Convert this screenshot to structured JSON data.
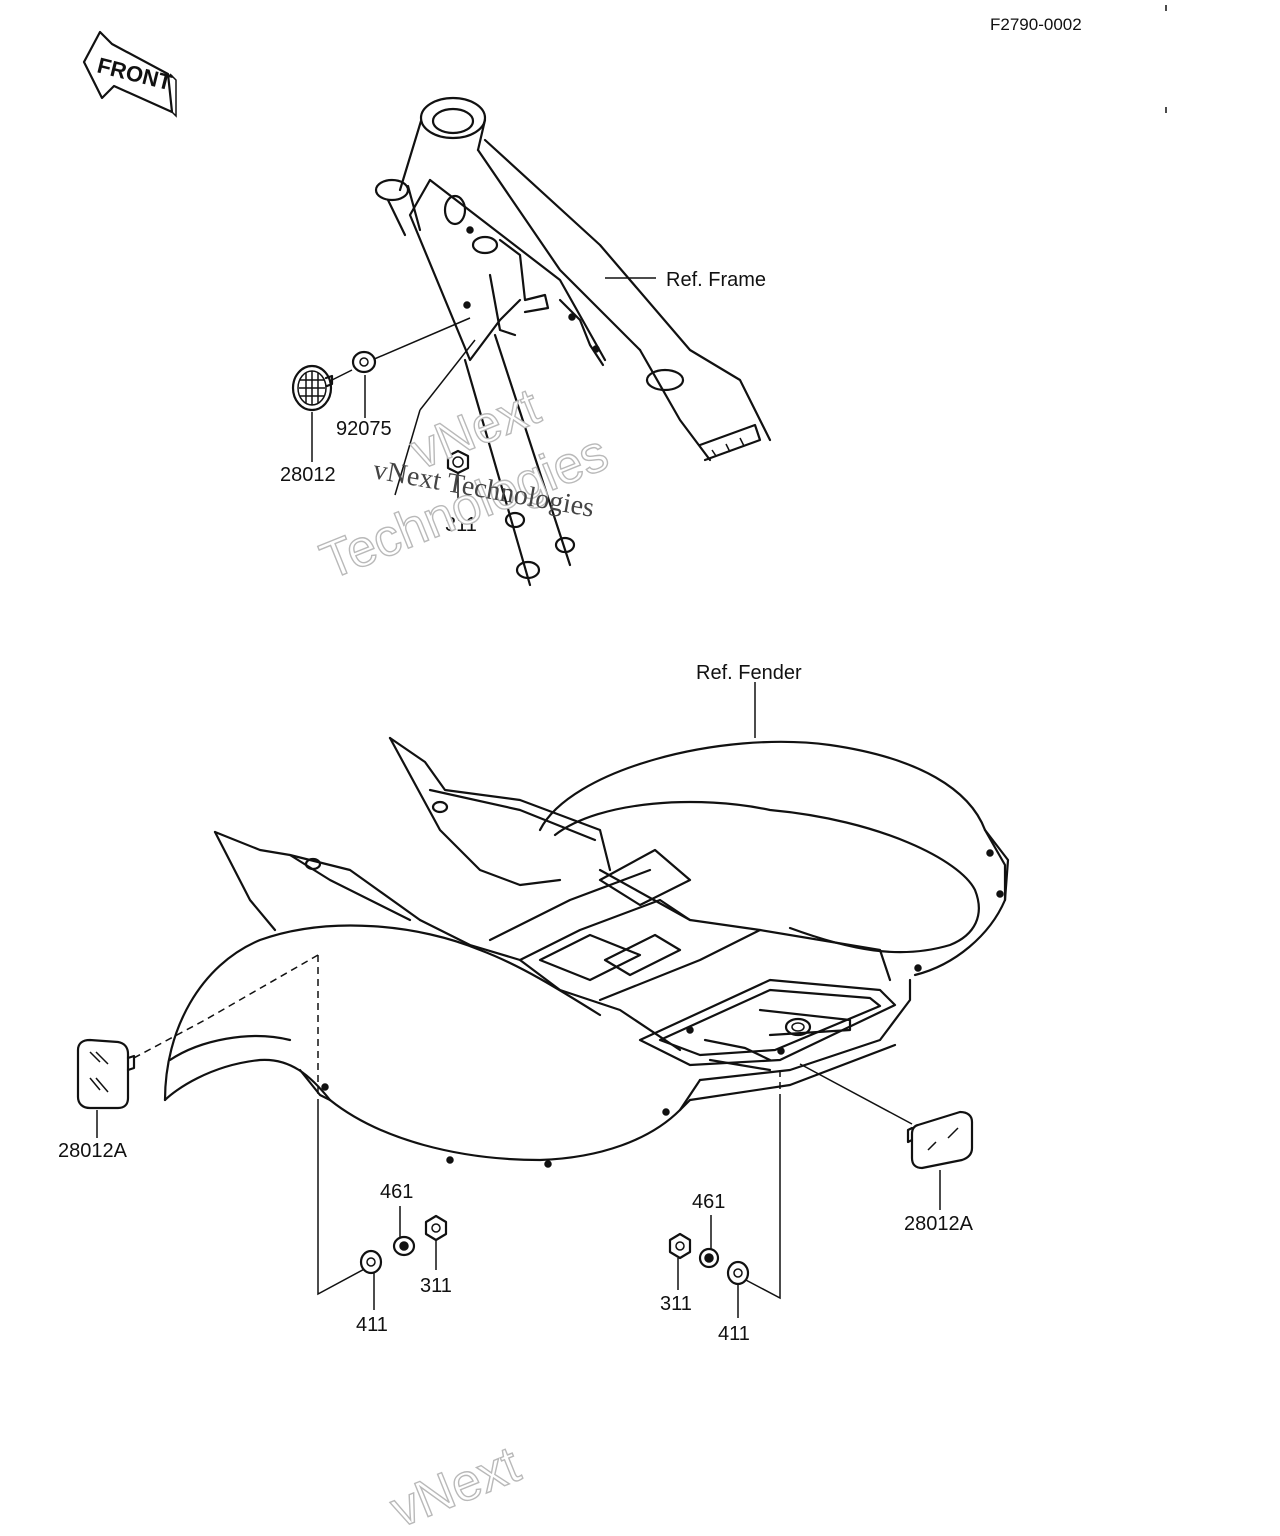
{
  "figure_code": "F2790-0002",
  "front_label": "FRONT",
  "ref_labels": {
    "frame": "Ref. Frame",
    "fender": "Ref. Fender"
  },
  "parts": {
    "p92075": "92075",
    "p28012": "28012",
    "p311_top": "311",
    "p28012A_left": "28012A",
    "p28012A_right": "28012A",
    "p461_left": "461",
    "p311_left": "311",
    "p411_left": "411",
    "p461_right": "461",
    "p311_right": "311",
    "p411_right": "411"
  },
  "watermarks": {
    "w1": "vNext",
    "w2": "Technologies",
    "w3": "vNext Technologies",
    "w4": "vNext"
  }
}
